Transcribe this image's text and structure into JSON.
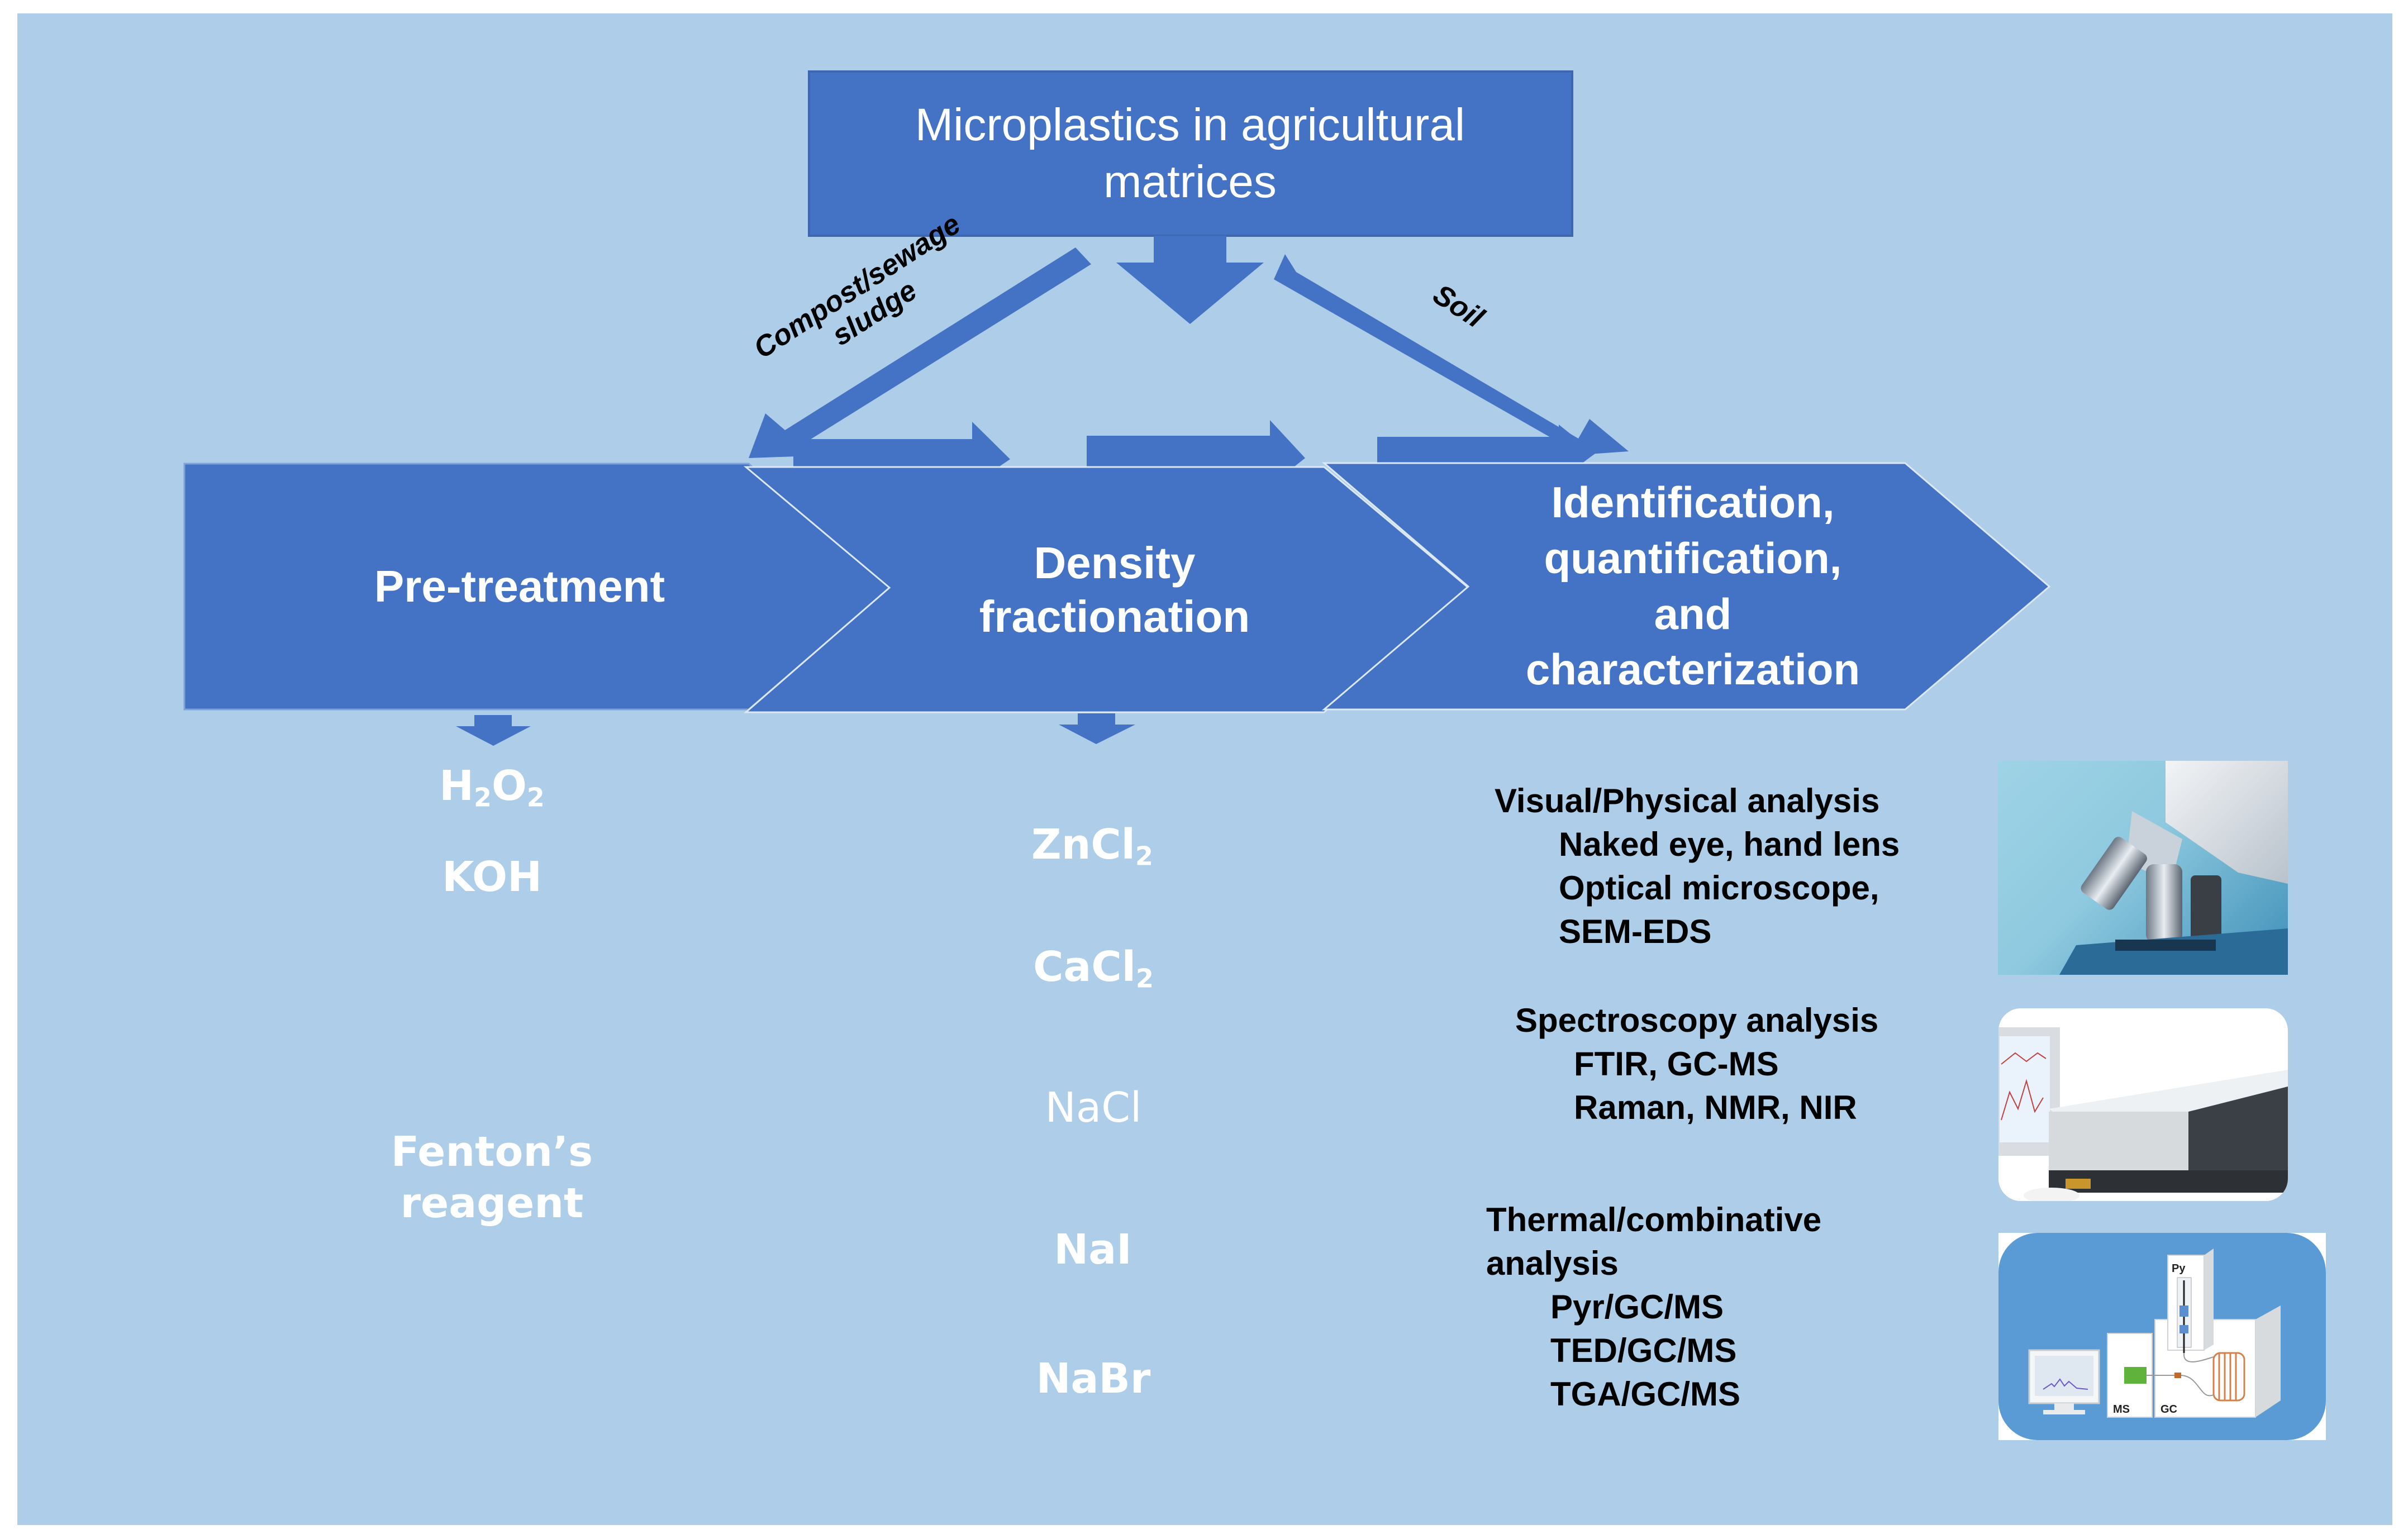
{
  "title": "Microplastics in agricultural matrices",
  "title_lines": [
    "Microplastics in agricultural",
    "matrices"
  ],
  "branch_labels": {
    "left": [
      "Compost/sewage",
      "sludge"
    ],
    "right": "Soil"
  },
  "steps": [
    {
      "label": "Pre-treatment"
    },
    {
      "label_lines": [
        "Density",
        "fractionation"
      ]
    },
    {
      "label_lines": [
        "Identification,",
        "quantification,",
        "and",
        "characterization"
      ]
    }
  ],
  "pretreatment_reagents": [
    {
      "base": "H",
      "sub1": "2",
      "mid": "O",
      "sub2": "2",
      "text": "H2O2"
    },
    {
      "text": "KOH"
    },
    {
      "text_lines": [
        "Fenton’s",
        "reagent"
      ]
    }
  ],
  "density_salts": [
    {
      "base": "ZnCl",
      "sub": "2",
      "text": "ZnCl2"
    },
    {
      "base": "CaCl",
      "sub": "2",
      "text": "CaCl2"
    },
    {
      "text": "NaCl"
    },
    {
      "text": "NaI"
    },
    {
      "text": "NaBr"
    }
  ],
  "analyses": [
    {
      "heading": "Visual/Physical analysis",
      "items": [
        "Naked eye, hand lens",
        "Optical microscope,",
        "SEM-EDS"
      ]
    },
    {
      "heading": "Spectroscopy analysis",
      "items": [
        "FTIR, GC-MS",
        "Raman, NMR, NIR"
      ]
    },
    {
      "heading_lines": [
        "Thermal/combinative",
        "analysis"
      ],
      "items": [
        "Pyr/GC/MS",
        "TED/GC/MS",
        "TGA/GC/MS"
      ]
    }
  ],
  "images": [
    {
      "name": "microscope-photo"
    },
    {
      "name": "ftir-spectrometer-photo"
    },
    {
      "name": "py-gc-ms-diagram",
      "labels": {
        "py": "Py",
        "ms": "MS",
        "gc": "GC"
      }
    }
  ],
  "colors": {
    "background": "#AECDE9",
    "shape": "#4472C4",
    "shape_edge": "#3F67B0",
    "text_on_shape": "#FFFFFF",
    "text_on_background": "#000000"
  }
}
